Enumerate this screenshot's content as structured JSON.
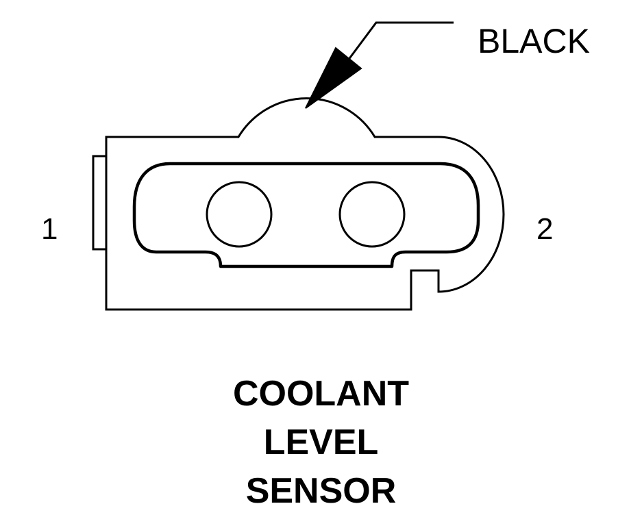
{
  "callout": {
    "wire_color": "BLACK"
  },
  "pins": [
    {
      "label": "1"
    },
    {
      "label": "2"
    }
  ],
  "title_lines": [
    "COOLANT",
    "LEVEL",
    "SENSOR"
  ],
  "colors": {
    "line": "#000000",
    "background": "#ffffff"
  }
}
